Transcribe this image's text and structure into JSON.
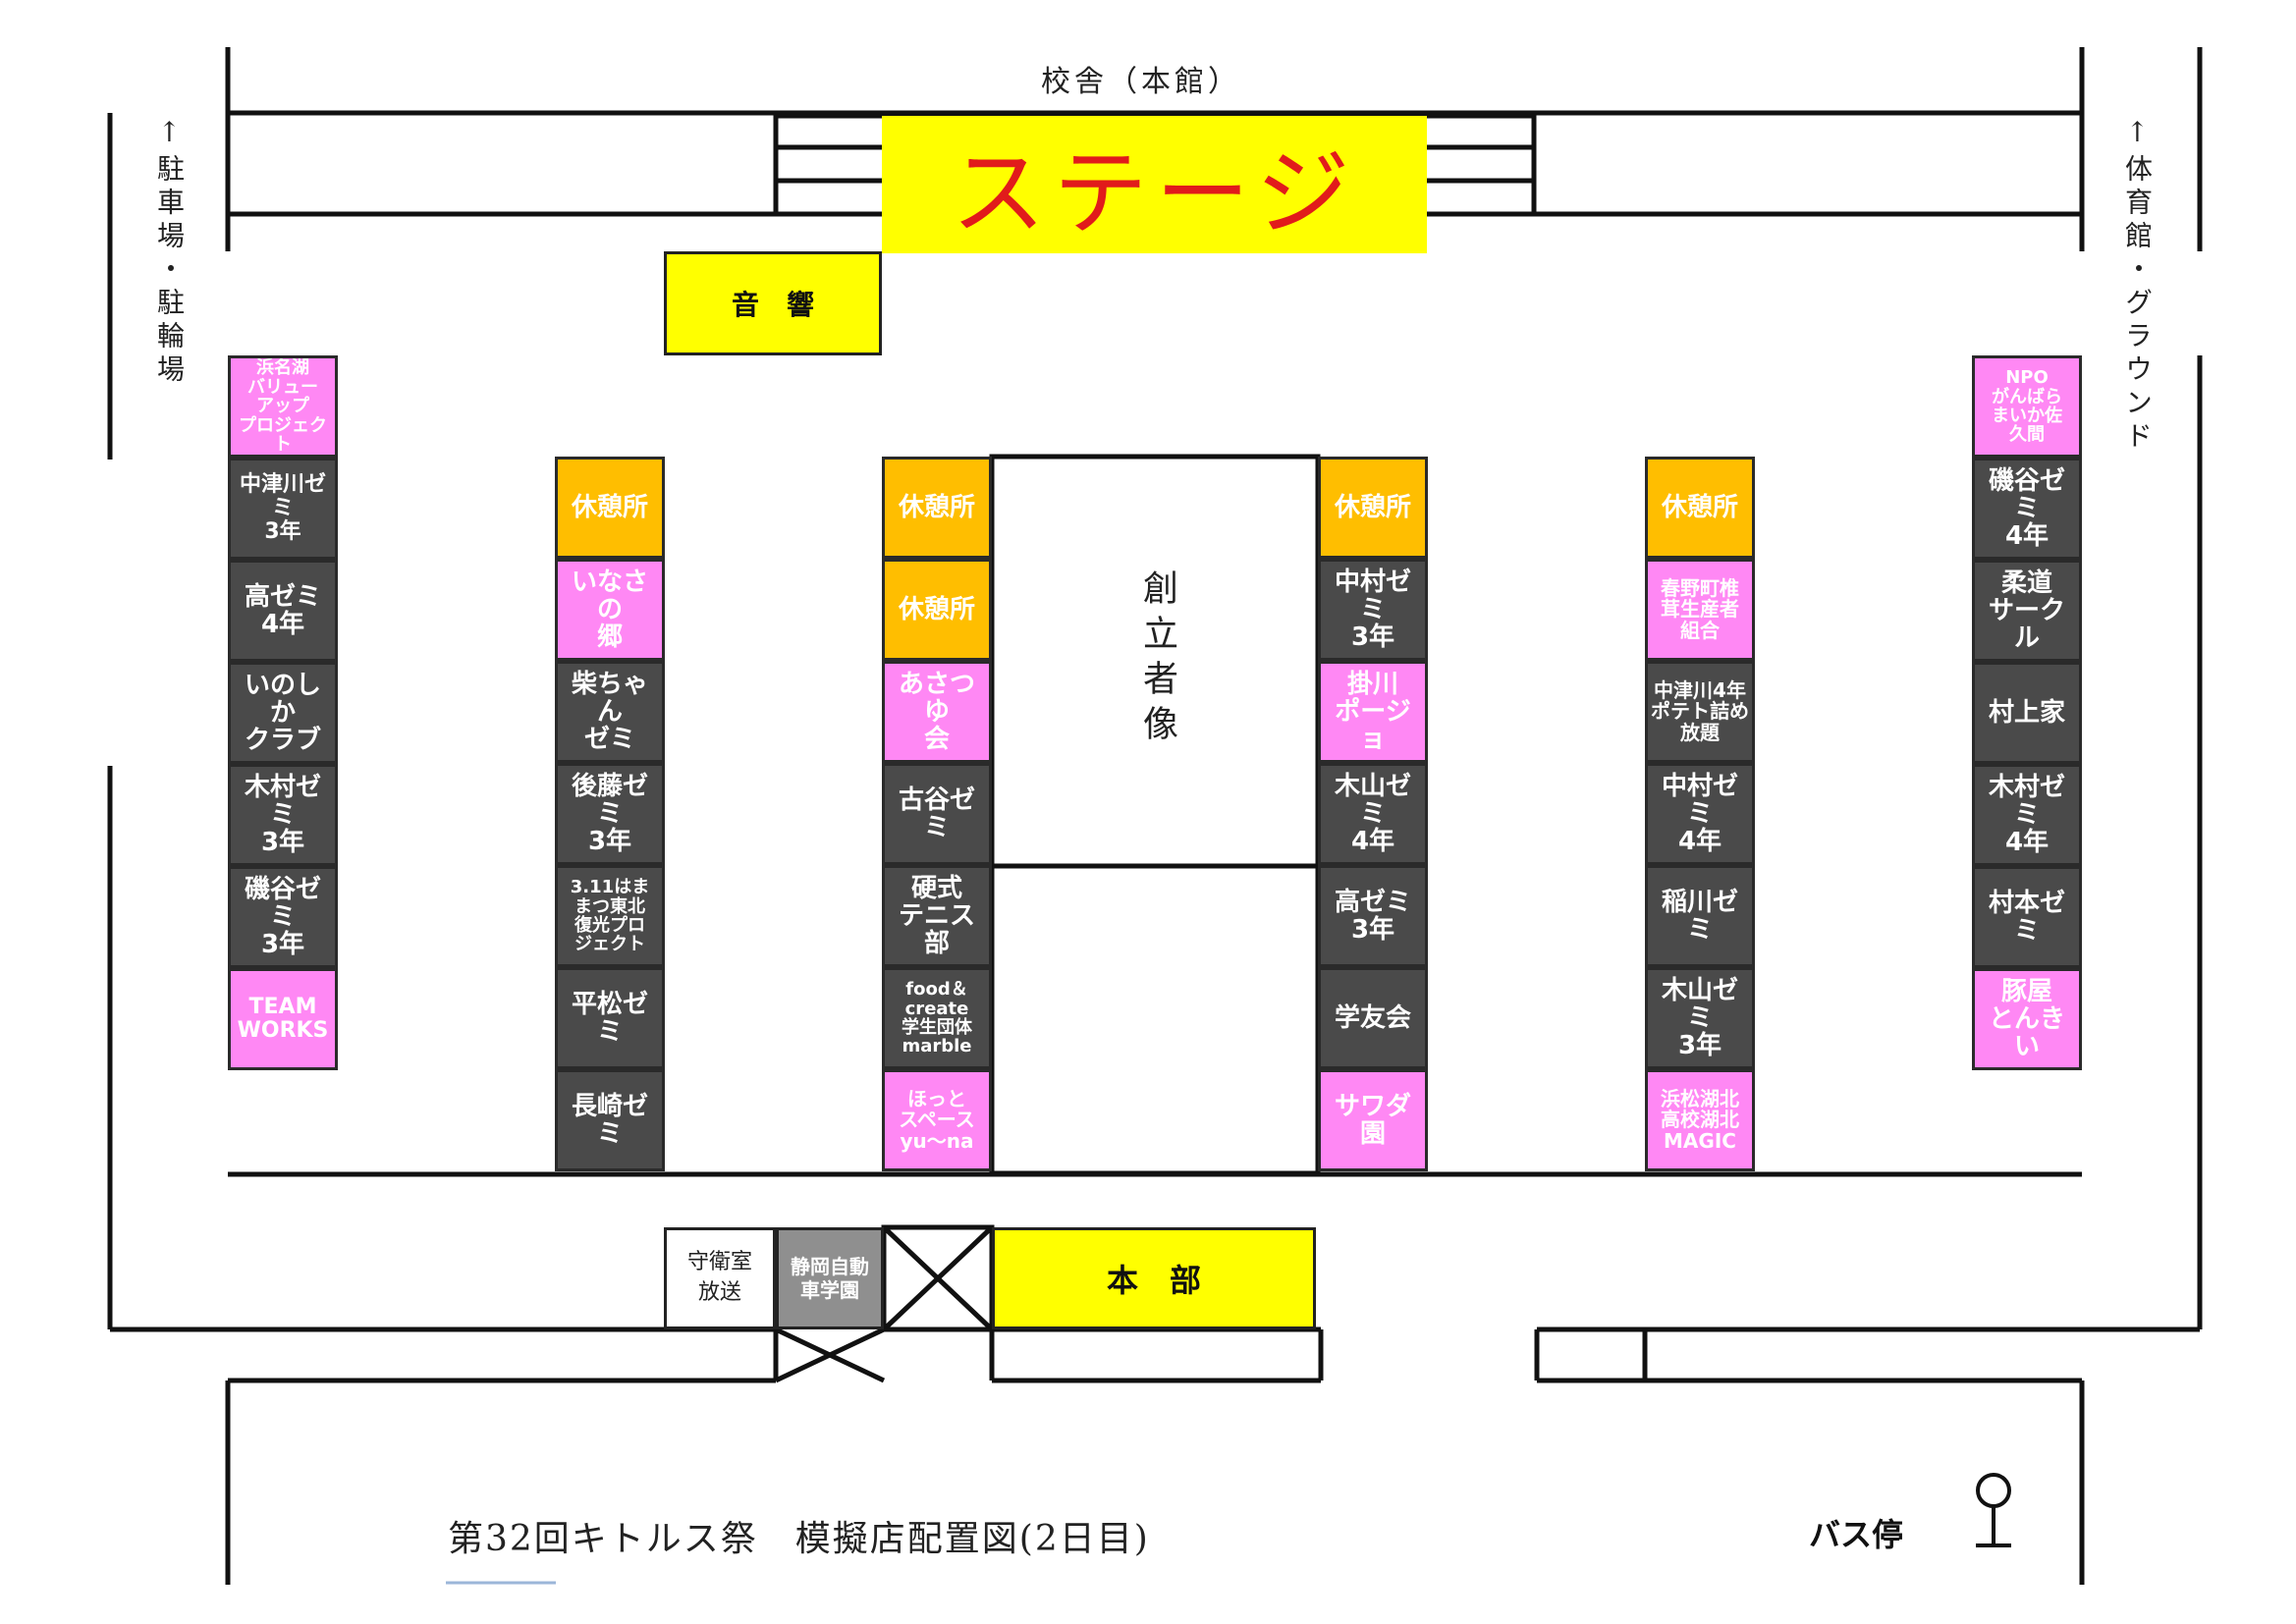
{
  "map": {
    "title": "第32回キトルス祭　模擬店配置図(2日目)",
    "school_building": "校舎（本館）",
    "stage": "ステージ",
    "sound": "音　響",
    "statue": "創立者像",
    "headquarters": "本　部",
    "guard_room": "守衛室\n放送",
    "driving_school": "静岡自動\n車学園",
    "bus_stop": "バス停",
    "left_direction": "↑駐車場・駐輪場",
    "right_direction": "↑体育館・グラウンド"
  },
  "colors": {
    "seminar_booth": "#4a4a4a",
    "outside_group": "#ff88f4",
    "rest_area": "#ffbe00",
    "stage_highlight": "#ffff00",
    "stage_text": "#e11b1b",
    "headquarters": "#ffff00",
    "driving_school": "#8f8f8f"
  },
  "columns": [
    {
      "id": "far-left",
      "booths": [
        {
          "label": "浜名湖\nバリュー\nアップ\nプロジェクト",
          "kind": "outside_group"
        },
        {
          "label": "中津川ゼミ\n3年",
          "kind": "seminar_booth"
        },
        {
          "label": "高ゼミ\n4年",
          "kind": "seminar_booth"
        },
        {
          "label": "いのしか\nクラブ",
          "kind": "seminar_booth"
        },
        {
          "label": "木村ゼミ\n3年",
          "kind": "seminar_booth"
        },
        {
          "label": "磯谷ゼミ\n3年",
          "kind": "seminar_booth"
        },
        {
          "label": "TEAM\nWORKS",
          "kind": "outside_group"
        }
      ]
    },
    {
      "id": "left",
      "booths": [
        {
          "label": "休憩所",
          "kind": "rest_area"
        },
        {
          "label": "いなさの\n郷",
          "kind": "outside_group"
        },
        {
          "label": "柴ちゃん\nゼミ",
          "kind": "seminar_booth"
        },
        {
          "label": "後藤ゼミ\n3年",
          "kind": "seminar_booth"
        },
        {
          "label": "3.11はま\nまつ東北\n復光プロ\nジェクト",
          "kind": "seminar_booth"
        },
        {
          "label": "平松ゼミ",
          "kind": "seminar_booth"
        },
        {
          "label": "長崎ゼミ",
          "kind": "seminar_booth"
        }
      ]
    },
    {
      "id": "center-left",
      "booths": [
        {
          "label": "休憩所",
          "kind": "rest_area"
        },
        {
          "label": "休憩所",
          "kind": "rest_area"
        },
        {
          "label": "あさつゆ\n会",
          "kind": "outside_group"
        },
        {
          "label": "古谷ゼミ",
          "kind": "seminar_booth"
        },
        {
          "label": "硬式\nテニス部",
          "kind": "seminar_booth"
        },
        {
          "label": "food＆\ncreate\n学生団体\nmarble",
          "kind": "seminar_booth"
        },
        {
          "label": "ほっと\nスペース\nyu～na",
          "kind": "outside_group"
        }
      ]
    },
    {
      "id": "center-right",
      "booths": [
        {
          "label": "休憩所",
          "kind": "rest_area"
        },
        {
          "label": "中村ゼミ\n3年",
          "kind": "seminar_booth"
        },
        {
          "label": "掛川\nポージョ",
          "kind": "outside_group"
        },
        {
          "label": "木山ゼミ\n4年",
          "kind": "seminar_booth"
        },
        {
          "label": "高ゼミ\n3年",
          "kind": "seminar_booth"
        },
        {
          "label": "学友会",
          "kind": "seminar_booth"
        },
        {
          "label": "サワダ園",
          "kind": "outside_group"
        }
      ]
    },
    {
      "id": "right",
      "booths": [
        {
          "label": "休憩所",
          "kind": "rest_area"
        },
        {
          "label": "春野町椎\n茸生産者\n組合",
          "kind": "outside_group"
        },
        {
          "label": "中津川4年\nポテト詰め\n放題",
          "kind": "seminar_booth"
        },
        {
          "label": "中村ゼミ\n4年",
          "kind": "seminar_booth"
        },
        {
          "label": "稲川ゼミ",
          "kind": "seminar_booth"
        },
        {
          "label": "木山ゼミ\n3年",
          "kind": "seminar_booth"
        },
        {
          "label": "浜松湖北\n高校湖北\nMAGIC",
          "kind": "outside_group"
        }
      ]
    },
    {
      "id": "far-right",
      "booths": [
        {
          "label": "NPO\nがんばら\nまいか佐\n久間",
          "kind": "outside_group"
        },
        {
          "label": "磯谷ゼミ\n4年",
          "kind": "seminar_booth"
        },
        {
          "label": "柔道\nサークル",
          "kind": "seminar_booth"
        },
        {
          "label": "村上家",
          "kind": "seminar_booth"
        },
        {
          "label": "木村ゼミ\n4年",
          "kind": "seminar_booth"
        },
        {
          "label": "村本ゼミ",
          "kind": "seminar_booth"
        },
        {
          "label": "豚屋\nとんきい",
          "kind": "outside_group"
        }
      ]
    }
  ]
}
